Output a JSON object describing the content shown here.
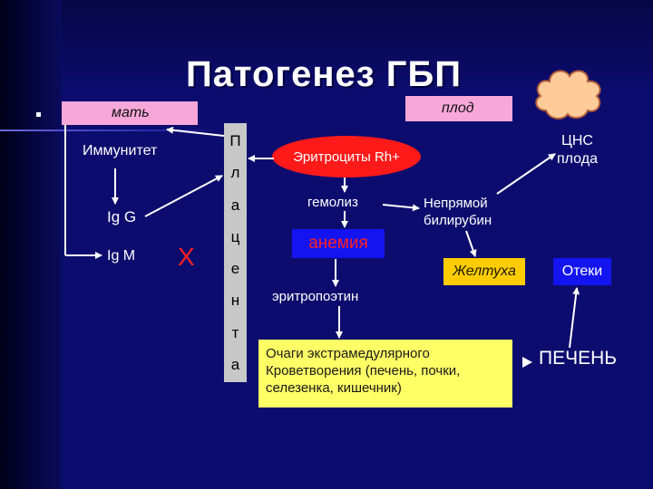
{
  "title": "Патогенез ГБП",
  "mother": "мать",
  "fetus": "плод",
  "immunity": "Иммунитет",
  "igg": "Ig G",
  "igm": "Ig M",
  "cross": "Х",
  "placenta_letters": [
    "П",
    "л",
    "а",
    "ц",
    "е",
    "н",
    "т",
    "а"
  ],
  "erythrocytes": "Эритроциты Rh+",
  "hemolysis": "гемолиз",
  "bilirubin_line1": "Непрямой",
  "bilirubin_line2": "билирубин",
  "anemia": "анемия",
  "jaundice": "Желтуха",
  "edema": "Отеки",
  "erythropoietin": "эритропоэтин",
  "foci": "Очаги экстрамедулярного Кроветворения (печень, почки, селезенка, кишечник)",
  "cns_line1": "ЦНС",
  "cns_line2": "плода",
  "liver": "ПЕЧЕНЬ",
  "colors": {
    "background": "#0c0c6e",
    "pink": "#f7a8d8",
    "red": "#ff1a1a",
    "blue_box": "#1414f0",
    "yellow": "#ffcc00",
    "light_yellow": "#ffff66",
    "placenta_grey": "#c8c8c8",
    "cloud": "#ffcc99"
  },
  "icons": [
    "bullet-square",
    "cloud-icon",
    "arrow-triangle-icon"
  ]
}
